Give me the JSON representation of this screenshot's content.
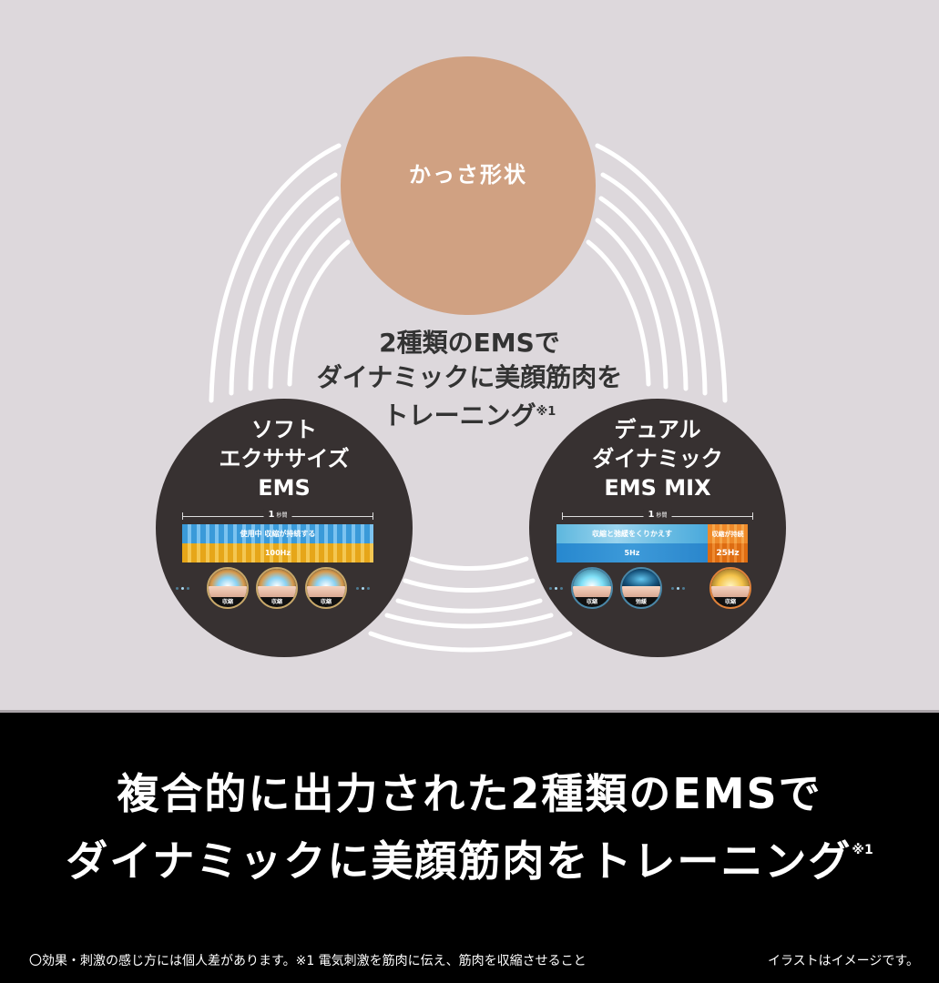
{
  "colors": {
    "stage_background": "#ddd8dc",
    "top_circle": "#d0a182",
    "dark_circle": "#373131",
    "bottom_background": "#000000",
    "arc_stroke": "#ffffff",
    "soft_ems_blue": "#3a9ad9",
    "soft_ems_yellow": "#e6a619",
    "mix_blue": "#2788cf",
    "mix_orange": "#dd6c12"
  },
  "top_circle": {
    "label": "かっさ形状"
  },
  "center_copy": {
    "line1": "2種類のEMSで",
    "line2": "ダイナミックに美顔筋肉を",
    "line3": "トレーニング",
    "sup": "※1"
  },
  "soft_ems": {
    "title_line1": "ソフト",
    "title_line2": "エクササイズ",
    "title_line3": "EMS",
    "timeline_number": "1",
    "timeline_unit": "秒間",
    "bar_top_label": "使用中 収縮が持続する",
    "bar_bottom_label": "100Hz",
    "icons": [
      {
        "label": "収縮"
      },
      {
        "label": "収縮"
      },
      {
        "label": "収縮"
      }
    ]
  },
  "mix_ems": {
    "title_line1": "デュアル",
    "title_line2": "ダイナミック",
    "title_line3": "EMS MIX",
    "timeline_number": "1",
    "timeline_unit": "秒間",
    "segment_a_top_label": "収縮と弛緩をくりかえす",
    "segment_a_bottom_label": "5Hz",
    "segment_b_top_label": "収縮が持続",
    "segment_b_bottom_label": "25Hz",
    "icons": [
      {
        "label": "収縮"
      },
      {
        "label": "弛緩"
      },
      {
        "label": "収縮"
      }
    ]
  },
  "headline": {
    "line1": "複合的に出力された2種類のEMSで",
    "line2": "ダイナミックに美顔筋肉をトレーニング",
    "sup": "※1"
  },
  "footnotes": {
    "left": "〇効果・刺激の感じ方には個人差があります。※1 電気刺激を筋肉に伝え、筋肉を収縮させること",
    "right": "イラストはイメージです。"
  }
}
